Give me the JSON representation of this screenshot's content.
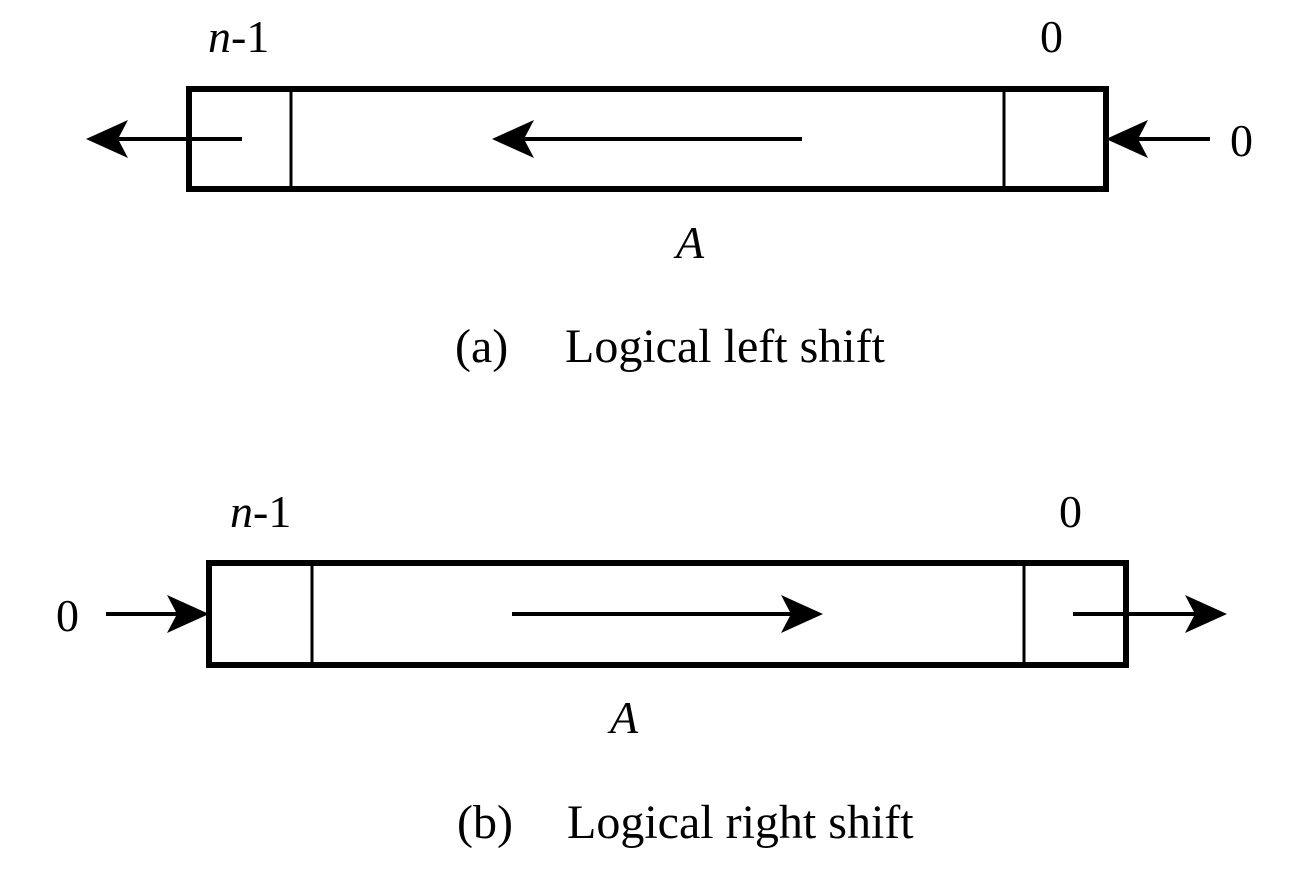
{
  "diagrams": [
    {
      "id": "a",
      "msb_label_var": "n",
      "msb_label_rest": "-1",
      "lsb_label": "0",
      "input_value": "0",
      "register_name": "A",
      "caption_tag": "(a)",
      "caption_text": "Logical left shift",
      "direction": "left"
    },
    {
      "id": "b",
      "msb_label_var": "n",
      "msb_label_rest": "-1",
      "lsb_label": "0",
      "input_value": "0",
      "register_name": "A",
      "caption_tag": "(b)",
      "caption_text": "Logical right shift",
      "direction": "right"
    }
  ]
}
